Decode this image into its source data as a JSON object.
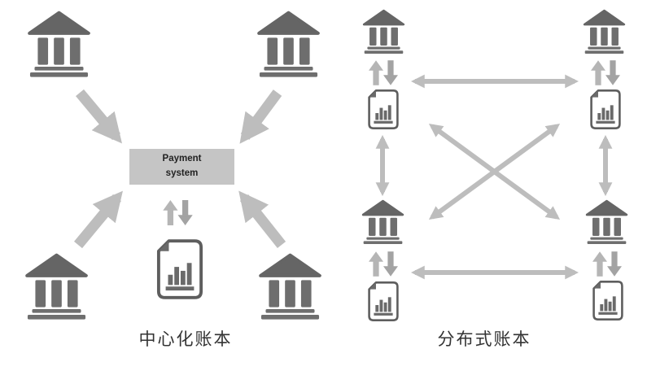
{
  "diagram": {
    "left_panel": {
      "title": "中心化账本",
      "payment_box_label": "Payment\nsystem"
    },
    "right_panel": {
      "title": "分布式账本"
    },
    "colors": {
      "icon_dark": "#6a6a6a",
      "arrow_light": "#bdbdbd",
      "arrow_up_small": "#b5b5b5",
      "arrow_down_small": "#a3a3a3",
      "payment_box_fill": "#c5c5c5",
      "document_outline": "#5e5e5e",
      "caption_text": "#333333"
    }
  }
}
